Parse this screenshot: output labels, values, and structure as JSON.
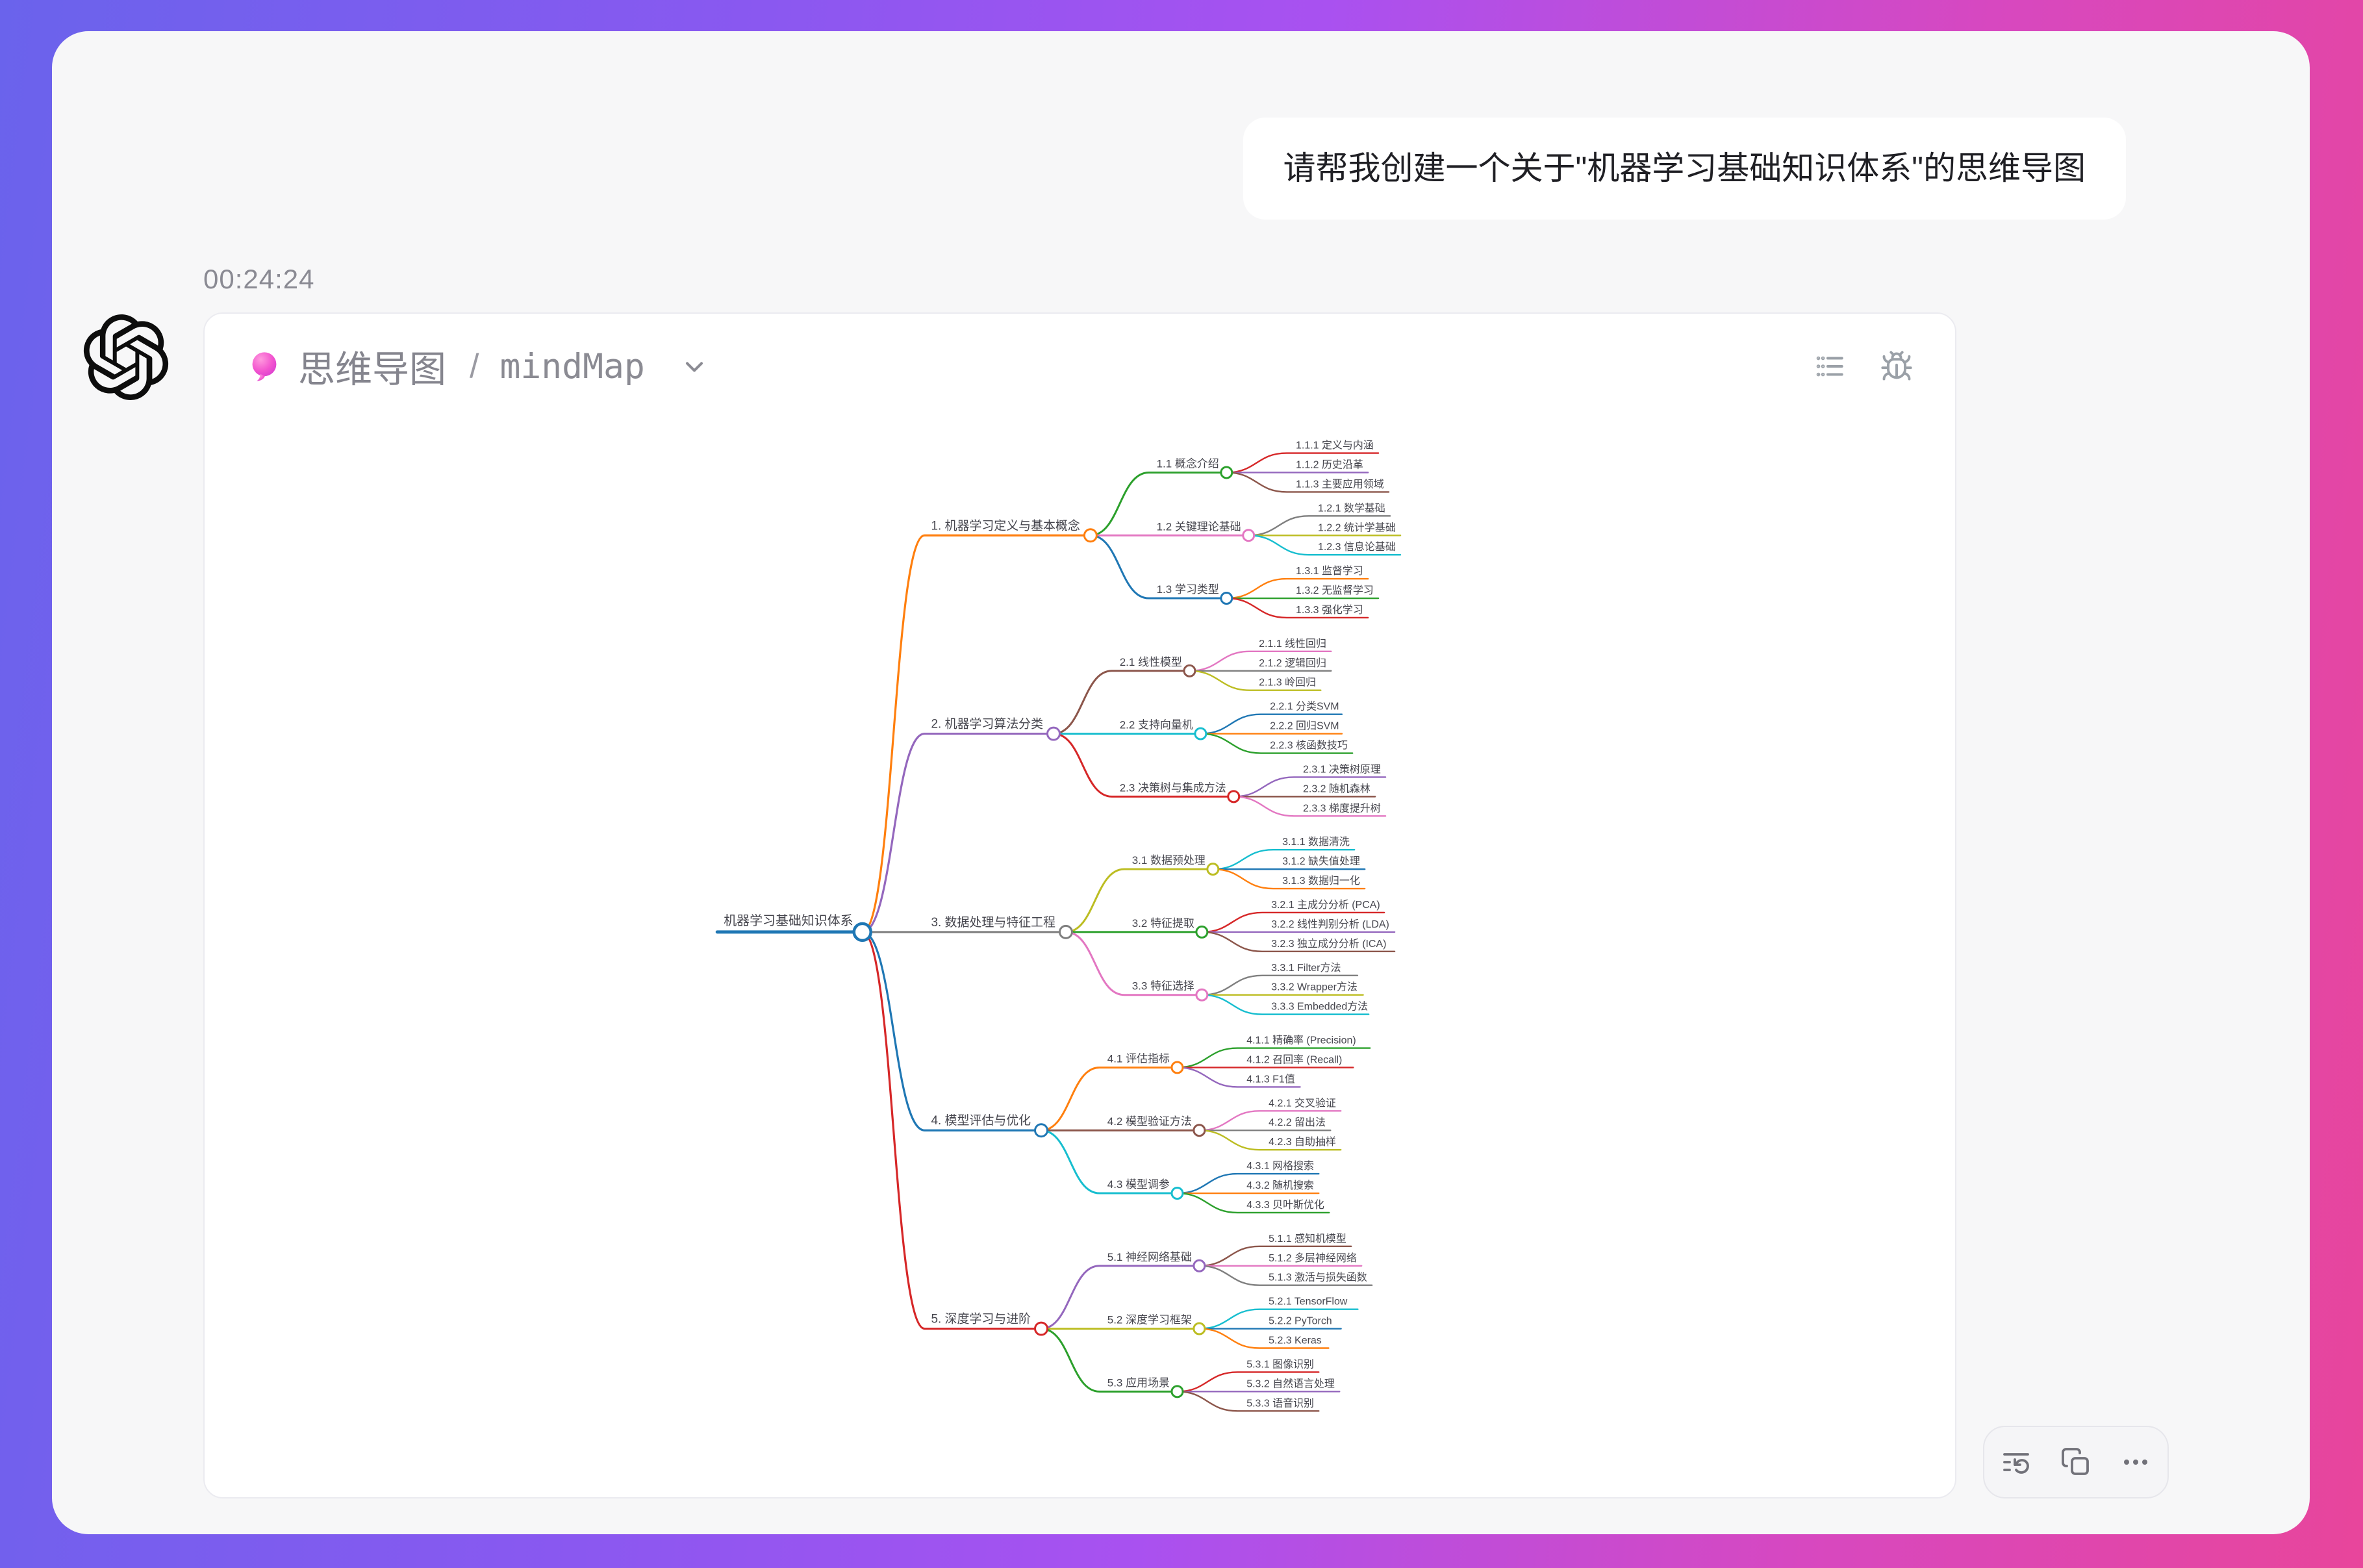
{
  "page": {
    "gradient": [
      "#6a63ec",
      "#a951f0",
      "#e8459b"
    ],
    "panel_bg": "#f7f7f8",
    "card_bg": "#ffffff"
  },
  "user_message": {
    "text": "请帮我创建一个关于\"机器学习基础知识体系\"的思维导图",
    "timestamp": "00:24:24"
  },
  "assistant": {
    "avatar_icon": "openai-logo-icon",
    "tool_badge": {
      "icon": "pink-bubble-icon",
      "title_zh": "思维导图",
      "separator": "/",
      "title_en": "mindMap",
      "chevron_icon": "chevron-down-icon"
    },
    "header_icons": [
      "list-icon",
      "bug-icon"
    ],
    "message_action_icons": [
      "history-icon",
      "copy-icon",
      "more-icon"
    ]
  },
  "mindmap": {
    "palette": [
      "#1f77b4",
      "#ff7f0e",
      "#2ca02c",
      "#d62728",
      "#9467bd",
      "#8c564b",
      "#e377c2",
      "#7f7f7f",
      "#bcbd22",
      "#17becf"
    ],
    "text_color": "#46464e",
    "root": {
      "label": "机器学习基础知识体系",
      "children": [
        {
          "label": "1. 机器学习定义与基本概念",
          "children": [
            {
              "label": "1.1 概念介绍",
              "children": [
                {
                  "label": "1.1.1 定义与内涵"
                },
                {
                  "label": "1.1.2 历史沿革"
                },
                {
                  "label": "1.1.3 主要应用领域"
                }
              ]
            },
            {
              "label": "1.2 关键理论基础",
              "children": [
                {
                  "label": "1.2.1 数学基础"
                },
                {
                  "label": "1.2.2 统计学基础"
                },
                {
                  "label": "1.2.3 信息论基础"
                }
              ]
            },
            {
              "label": "1.3 学习类型",
              "children": [
                {
                  "label": "1.3.1 监督学习"
                },
                {
                  "label": "1.3.2 无监督学习"
                },
                {
                  "label": "1.3.3 强化学习"
                }
              ]
            }
          ]
        },
        {
          "label": "2. 机器学习算法分类",
          "children": [
            {
              "label": "2.1 线性模型",
              "children": [
                {
                  "label": "2.1.1 线性回归"
                },
                {
                  "label": "2.1.2 逻辑回归"
                },
                {
                  "label": "2.1.3 岭回归"
                }
              ]
            },
            {
              "label": "2.2 支持向量机",
              "children": [
                {
                  "label": "2.2.1 分类SVM"
                },
                {
                  "label": "2.2.2 回归SVM"
                },
                {
                  "label": "2.2.3 核函数技巧"
                }
              ]
            },
            {
              "label": "2.3 决策树与集成方法",
              "children": [
                {
                  "label": "2.3.1 决策树原理"
                },
                {
                  "label": "2.3.2 随机森林"
                },
                {
                  "label": "2.3.3 梯度提升树"
                }
              ]
            }
          ]
        },
        {
          "label": "3. 数据处理与特征工程",
          "children": [
            {
              "label": "3.1 数据预处理",
              "children": [
                {
                  "label": "3.1.1 数据清洗"
                },
                {
                  "label": "3.1.2 缺失值处理"
                },
                {
                  "label": "3.1.3 数据归一化"
                }
              ]
            },
            {
              "label": "3.2 特征提取",
              "children": [
                {
                  "label": "3.2.1 主成分分析 (PCA)"
                },
                {
                  "label": "3.2.2 线性判别分析 (LDA)"
                },
                {
                  "label": "3.2.3 独立成分分析 (ICA)"
                }
              ]
            },
            {
              "label": "3.3 特征选择",
              "children": [
                {
                  "label": "3.3.1 Filter方法"
                },
                {
                  "label": "3.3.2 Wrapper方法"
                },
                {
                  "label": "3.3.3 Embedded方法"
                }
              ]
            }
          ]
        },
        {
          "label": "4. 模型评估与优化",
          "children": [
            {
              "label": "4.1 评估指标",
              "children": [
                {
                  "label": "4.1.1 精确率 (Precision)"
                },
                {
                  "label": "4.1.2 召回率 (Recall)"
                },
                {
                  "label": "4.1.3 F1值"
                }
              ]
            },
            {
              "label": "4.2 模型验证方法",
              "children": [
                {
                  "label": "4.2.1 交叉验证"
                },
                {
                  "label": "4.2.2 留出法"
                },
                {
                  "label": "4.2.3 自助抽样"
                }
              ]
            },
            {
              "label": "4.3 模型调参",
              "children": [
                {
                  "label": "4.3.1 网格搜索"
                },
                {
                  "label": "4.3.2 随机搜索"
                },
                {
                  "label": "4.3.3 贝叶斯优化"
                }
              ]
            }
          ]
        },
        {
          "label": "5. 深度学习与进阶",
          "children": [
            {
              "label": "5.1 神经网络基础",
              "children": [
                {
                  "label": "5.1.1 感知机模型"
                },
                {
                  "label": "5.1.2 多层神经网络"
                },
                {
                  "label": "5.1.3 激活与损失函数"
                }
              ]
            },
            {
              "label": "5.2 深度学习框架",
              "children": [
                {
                  "label": "5.2.1 TensorFlow"
                },
                {
                  "label": "5.2.2 PyTorch"
                },
                {
                  "label": "5.2.3 Keras"
                }
              ]
            },
            {
              "label": "5.3 应用场景",
              "children": [
                {
                  "label": "5.3.1 图像识别"
                },
                {
                  "label": "5.3.2 自然语言处理"
                },
                {
                  "label": "5.3.3 语音识别"
                }
              ]
            }
          ]
        }
      ]
    }
  }
}
